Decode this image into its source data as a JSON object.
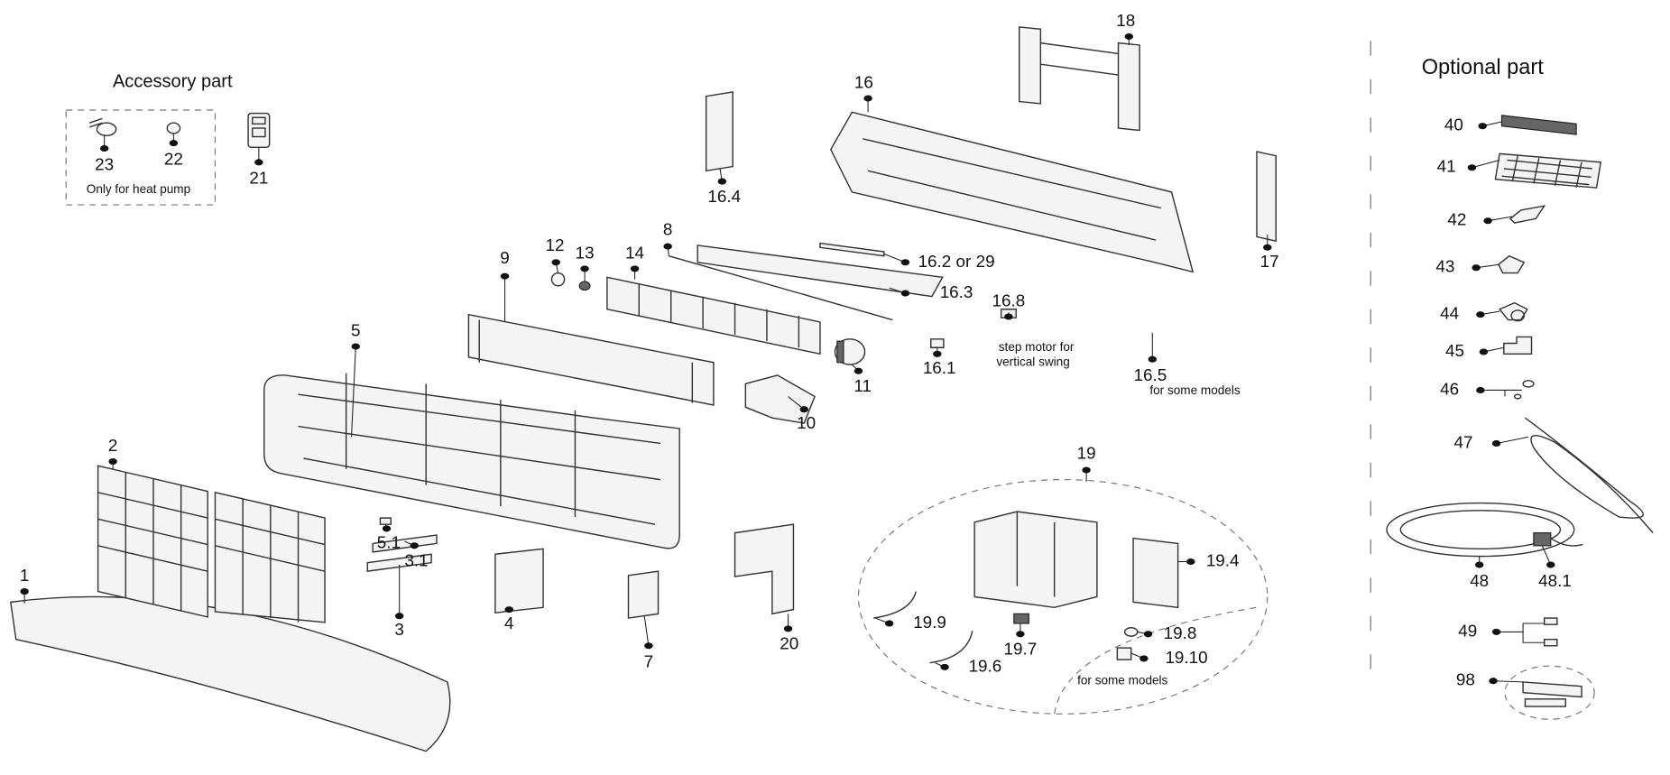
{
  "headings": {
    "accessory": "Accessory part",
    "optional": "Optional part"
  },
  "notes": {
    "heat_pump": "Only for heat pump",
    "step_motor_1": "step motor for",
    "step_motor_2": "vertical swing",
    "some_models_a": "for some models",
    "some_models_b": "for some models"
  },
  "part_labels": [
    "23",
    "22",
    "21",
    "40",
    "41",
    "42",
    "43",
    "44",
    "45",
    "46",
    "47",
    "48",
    "48.1",
    "49",
    "98",
    "18",
    "16",
    "16.4",
    "17",
    "8",
    "9",
    "12",
    "13",
    "14",
    "16.2 or 29",
    "16.3",
    "16.8",
    "16.1",
    "11",
    "16.5",
    "10",
    "5",
    "2",
    "1",
    "5.1",
    "3.1",
    "3",
    "4",
    "7",
    "20",
    "19",
    "19.4",
    "19.9",
    "19.7",
    "19.8",
    "19.10",
    "19.6"
  ],
  "colors": {
    "line": "#333333",
    "dot": "#111111"
  }
}
